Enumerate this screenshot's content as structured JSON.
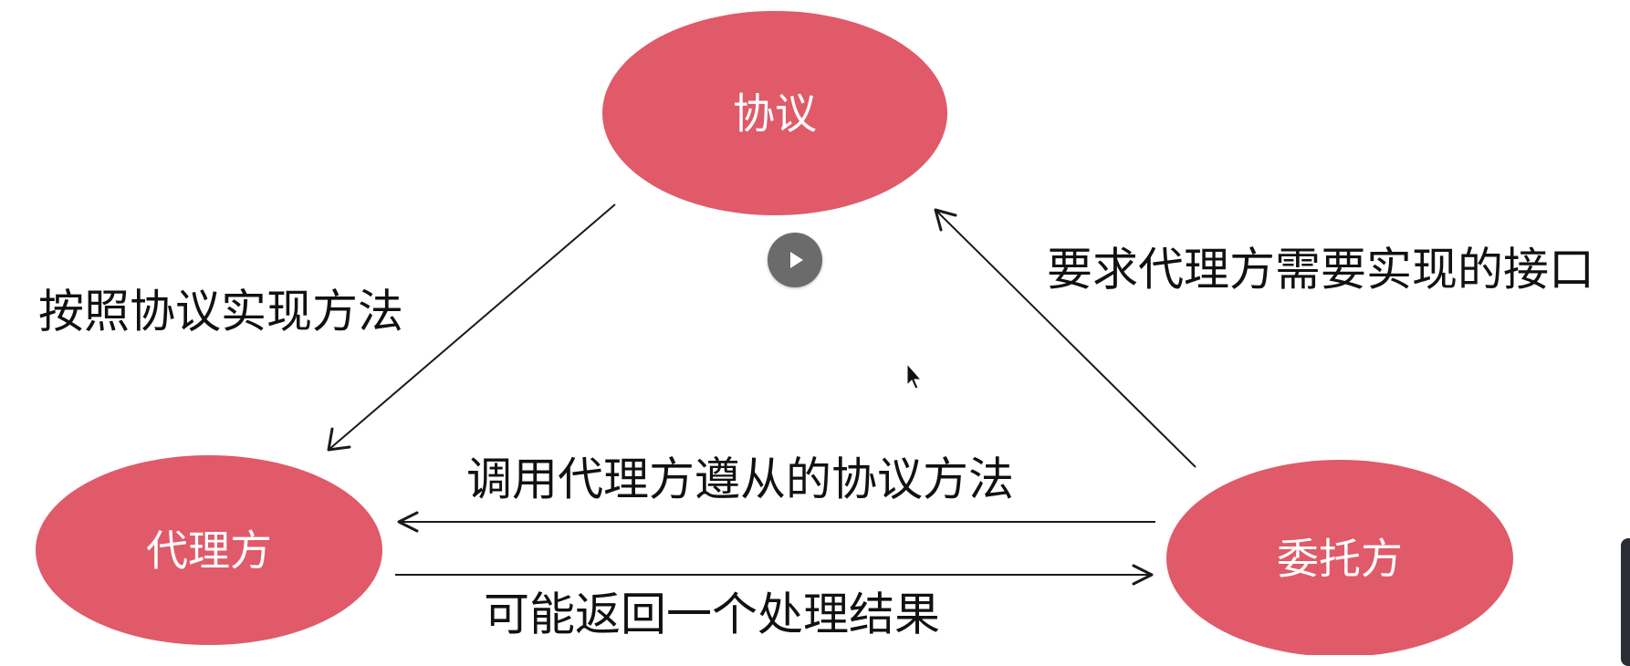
{
  "nodes": {
    "protocol": "协议",
    "agent": "代理方",
    "delegator": "委托方"
  },
  "edges": {
    "protocol_to_agent": "按照协议实现方法",
    "delegator_to_protocol": "要求代理方需要实现的接口",
    "delegator_to_agent": "调用代理方遵从的协议方法",
    "agent_to_delegator": "可能返回一个处理结果"
  },
  "colors": {
    "node_fill": "#e05a69",
    "node_text": "#ffffff",
    "edge": "#1a1a1a",
    "text": "#111111",
    "play_button": "#6b6b6b"
  },
  "icons": {
    "play": "play-icon",
    "cursor": "mouse-cursor-icon"
  }
}
